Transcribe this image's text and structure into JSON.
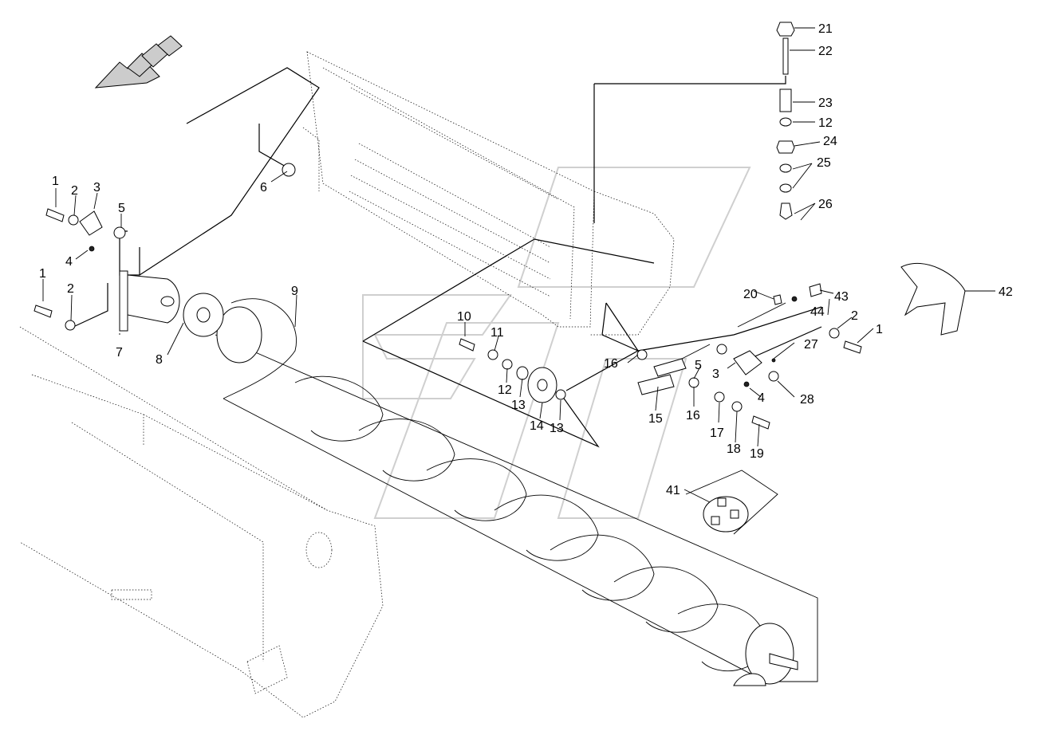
{
  "diagram": {
    "type": "exploded-parts-view",
    "callouts": [
      "1",
      "2",
      "3",
      "4",
      "5",
      "1",
      "2",
      "6",
      "7",
      "8",
      "9",
      "10",
      "11",
      "12",
      "13",
      "14",
      "13",
      "16",
      "5",
      "15",
      "16",
      "17",
      "18",
      "19",
      "3",
      "4",
      "28",
      "20",
      "43",
      "44",
      "42",
      "2",
      "1",
      "27",
      "21",
      "22",
      "23",
      "12",
      "24",
      "25",
      "26",
      "41"
    ]
  }
}
